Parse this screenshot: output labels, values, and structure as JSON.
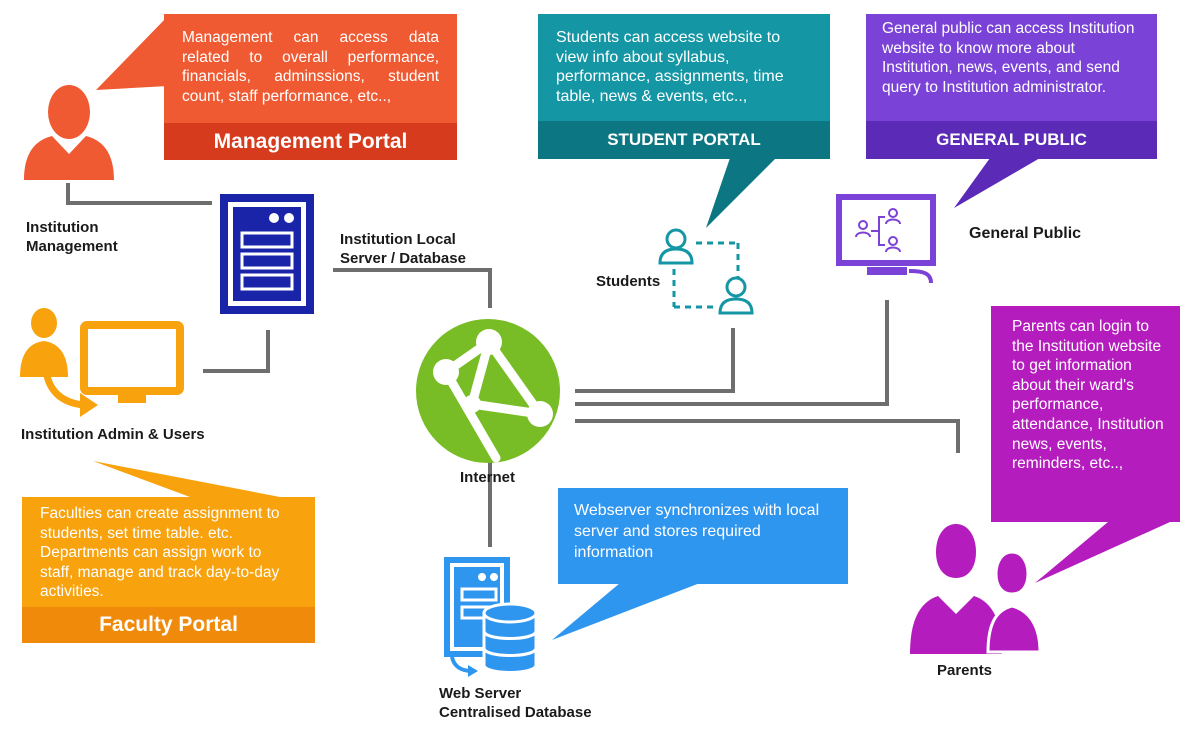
{
  "colors": {
    "management": "#ef5a32",
    "management_header": "#d63b1d",
    "student": "#1496a4",
    "student_header": "#0c7682",
    "public": "#7a42d6",
    "public_header": "#5b2ab7",
    "faculty": "#f8a20e",
    "faculty_header": "#f08a0b",
    "webserver": "#2f96f0",
    "parents": "#b41cbe",
    "server_blue": "#1a24a8",
    "internet_green": "#78bd25",
    "connector": "#6e6e6e"
  },
  "management_portal": {
    "text": "Management can access data related to overall performance, financials, adminssions, student count, staff performance, etc..,",
    "title": "Management Portal"
  },
  "student_portal": {
    "text": "Students can access website to view info about syllabus, performance, assignments, time table, news & events, etc..,",
    "title": "STUDENT PORTAL"
  },
  "general_public": {
    "text": "General public can access Institution website to know more about Institution, news, events, and send query to Institution administrator.",
    "title": "GENERAL PUBLIC"
  },
  "faculty_portal": {
    "text": "Faculties can create assignment to students, set time table. etc. Departments can assign work to staff, manage and track day-to-day activities.",
    "title": "Faculty Portal"
  },
  "webserver_note": {
    "text": "Webserver synchronizes with local server and stores required information"
  },
  "parents_note": {
    "text": "Parents can login to the Institution website to get information about their ward's performance, attendance, Institution news, events, reminders, etc..,"
  },
  "labels": {
    "institution_management": "Institution\nManagement",
    "local_server": "Institution Local\nServer / Database",
    "admin_users": "Institution Admin & Users",
    "internet": "Internet",
    "web_server": "Web Server\nCentralised Database",
    "students": "Students",
    "general_public": "General Public",
    "parents": "Parents"
  },
  "icons": [
    "management-person-icon",
    "local-server-icon",
    "admin-computer-icon",
    "internet-globe-icon",
    "web-server-database-icon",
    "students-network-icon",
    "public-monitor-icon",
    "parents-icon"
  ]
}
